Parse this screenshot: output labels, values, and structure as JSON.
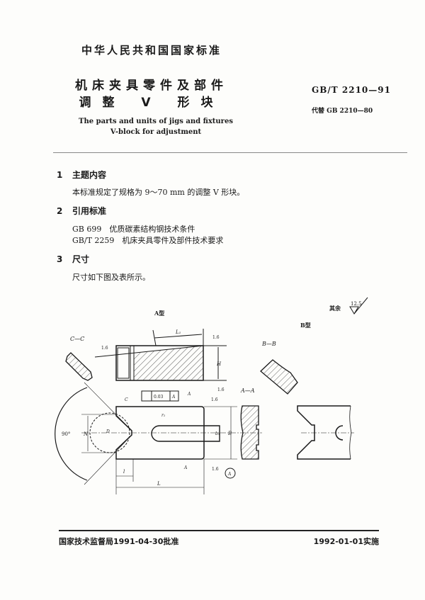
{
  "header": {
    "organization": "中华人民共和国国家标准",
    "title_line1": "机床夹具零件及部件",
    "title_line2": "调整 V 形块",
    "standard_number": "GB/T 2210—91",
    "replaces": "代替 GB 2210—80",
    "english_title_line1": "The parts and units of jigs and fixtures",
    "english_title_line2": "V-block for adjustment"
  },
  "sections": [
    {
      "number": "1",
      "heading": "主题内容",
      "paragraphs": [
        "本标准规定了规格为 9～70 mm 的调整 V 形块。"
      ]
    },
    {
      "number": "2",
      "heading": "引用标准",
      "paragraphs": [
        "GB 699　优质碳素结构钢技术条件",
        "GB/T 2259　机床夹具零件及部件技术要求"
      ]
    },
    {
      "number": "3",
      "heading": "尺寸",
      "paragraphs": [
        "尺寸如下图及表所示。"
      ]
    }
  ],
  "drawing": {
    "type_a_label": "A型",
    "type_b_label": "B型",
    "remaining_label": "其余",
    "remaining_roughness": "12.5",
    "roughness": "1.6",
    "section_cc": "C—C",
    "section_bb": "B—B",
    "section_aa": "A—A",
    "angle": "90°",
    "tolerance_value": "0.03",
    "datum": "A",
    "dims": {
      "L1": "L₁",
      "H": "H",
      "L": "L",
      "l": "l",
      "B": "B",
      "b1": "b₁",
      "N": "N",
      "D": "D",
      "C": "C",
      "r1": "r₁"
    }
  },
  "footer": {
    "approval": "国家技术监督局1991-04-30批准",
    "implementation": "1992-01-01实施"
  }
}
